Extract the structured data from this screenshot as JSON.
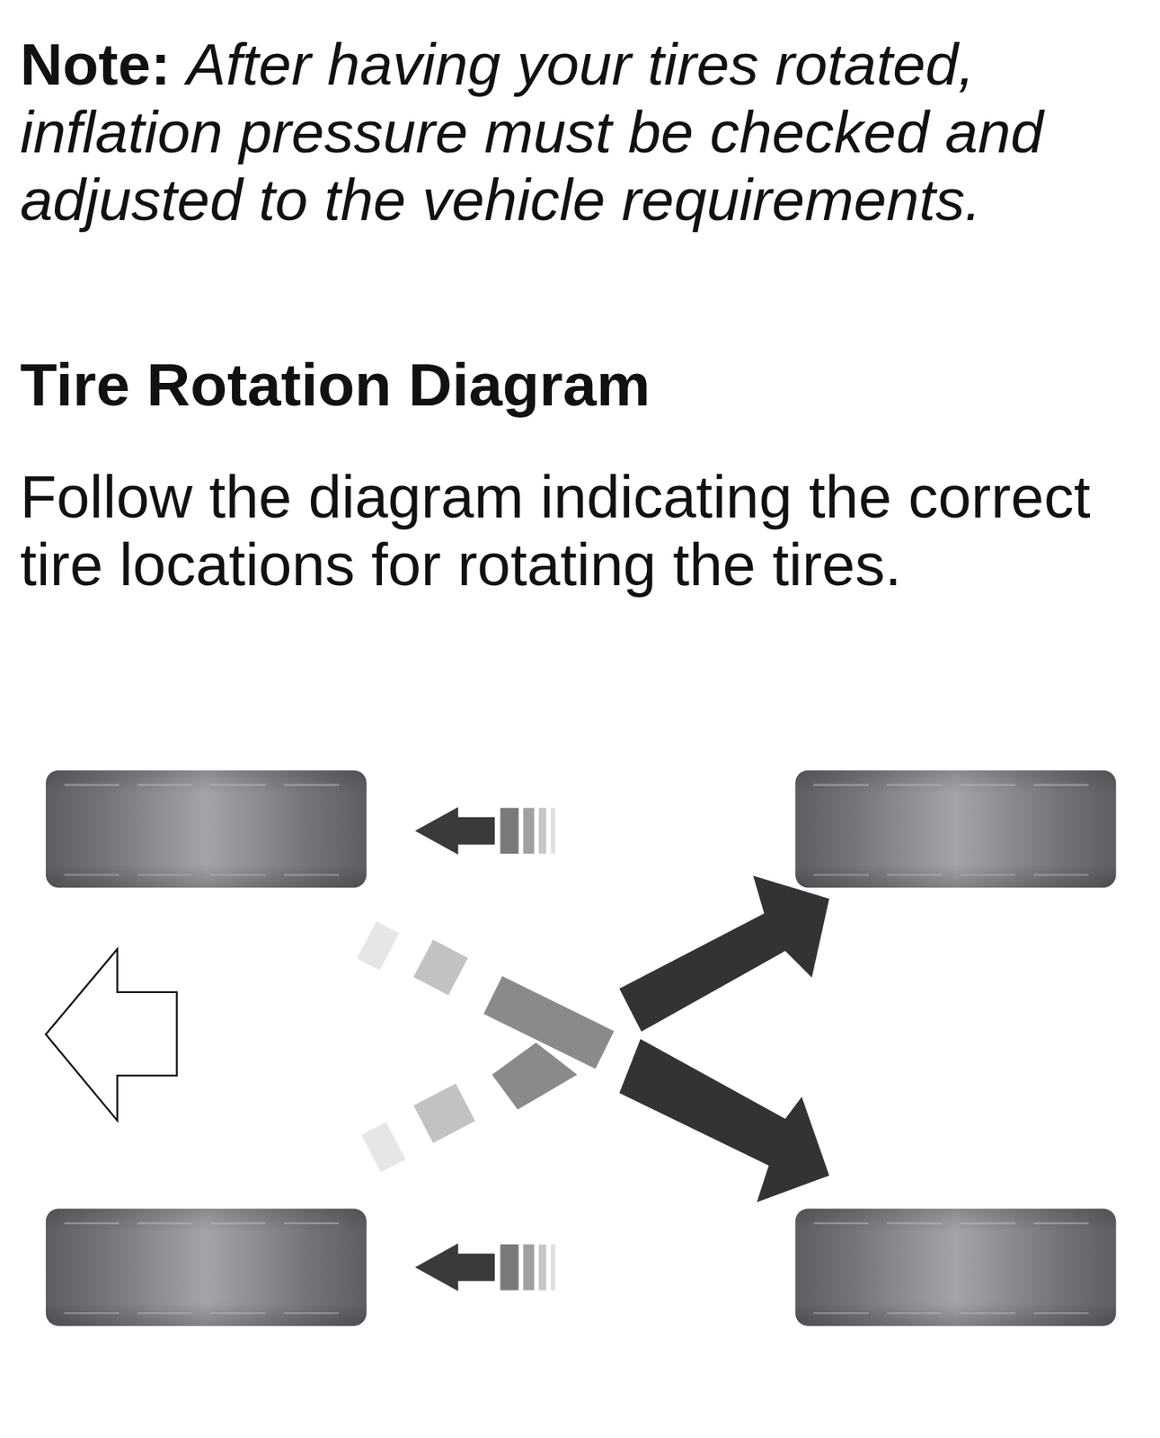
{
  "diagram": {
    "title": "Tire Rotation Diagram",
    "labels": [
      "Note:",
      "After having your tires rotated, inflation pressure must be checked and adjusted to the vehicle requirements.",
      "Follow the diagram indicating the correct tire locations for rotating the tires."
    ]
  }
}
